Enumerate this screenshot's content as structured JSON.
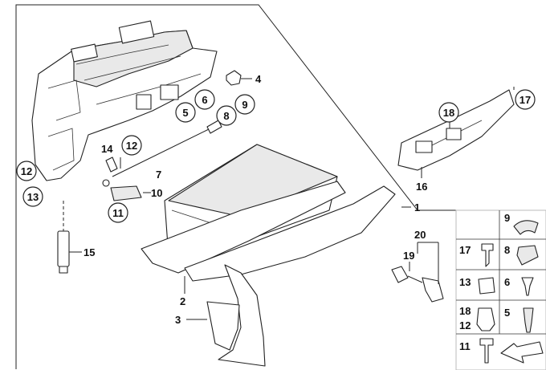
{
  "callouts": [
    {
      "id": "c4",
      "text": "4"
    },
    {
      "id": "c5",
      "text": "5"
    },
    {
      "id": "c6",
      "text": "6"
    },
    {
      "id": "c8",
      "text": "8"
    },
    {
      "id": "c9",
      "text": "9"
    },
    {
      "id": "c12a",
      "text": "12"
    },
    {
      "id": "c14",
      "text": "14"
    },
    {
      "id": "c12b",
      "text": "12"
    },
    {
      "id": "c13",
      "text": "13"
    },
    {
      "id": "c7",
      "text": "7"
    },
    {
      "id": "c10",
      "text": "10"
    },
    {
      "id": "c11",
      "text": "11"
    },
    {
      "id": "c15",
      "text": "15"
    },
    {
      "id": "c18",
      "text": "18"
    },
    {
      "id": "c17",
      "text": "17"
    },
    {
      "id": "c16",
      "text": "16"
    },
    {
      "id": "c1",
      "text": "1"
    },
    {
      "id": "c20",
      "text": "20"
    },
    {
      "id": "c19",
      "text": "19"
    },
    {
      "id": "c2",
      "text": "2"
    },
    {
      "id": "c3",
      "text": "3"
    }
  ],
  "legend": [
    {
      "id": "l9",
      "text": "9"
    },
    {
      "id": "l17",
      "text": "17"
    },
    {
      "id": "l8",
      "text": "8"
    },
    {
      "id": "l13",
      "text": "13"
    },
    {
      "id": "l6",
      "text": "6"
    },
    {
      "id": "l18",
      "text": "18"
    },
    {
      "id": "l12",
      "text": "12"
    },
    {
      "id": "l5",
      "text": "5"
    },
    {
      "id": "l11",
      "text": "11"
    }
  ]
}
